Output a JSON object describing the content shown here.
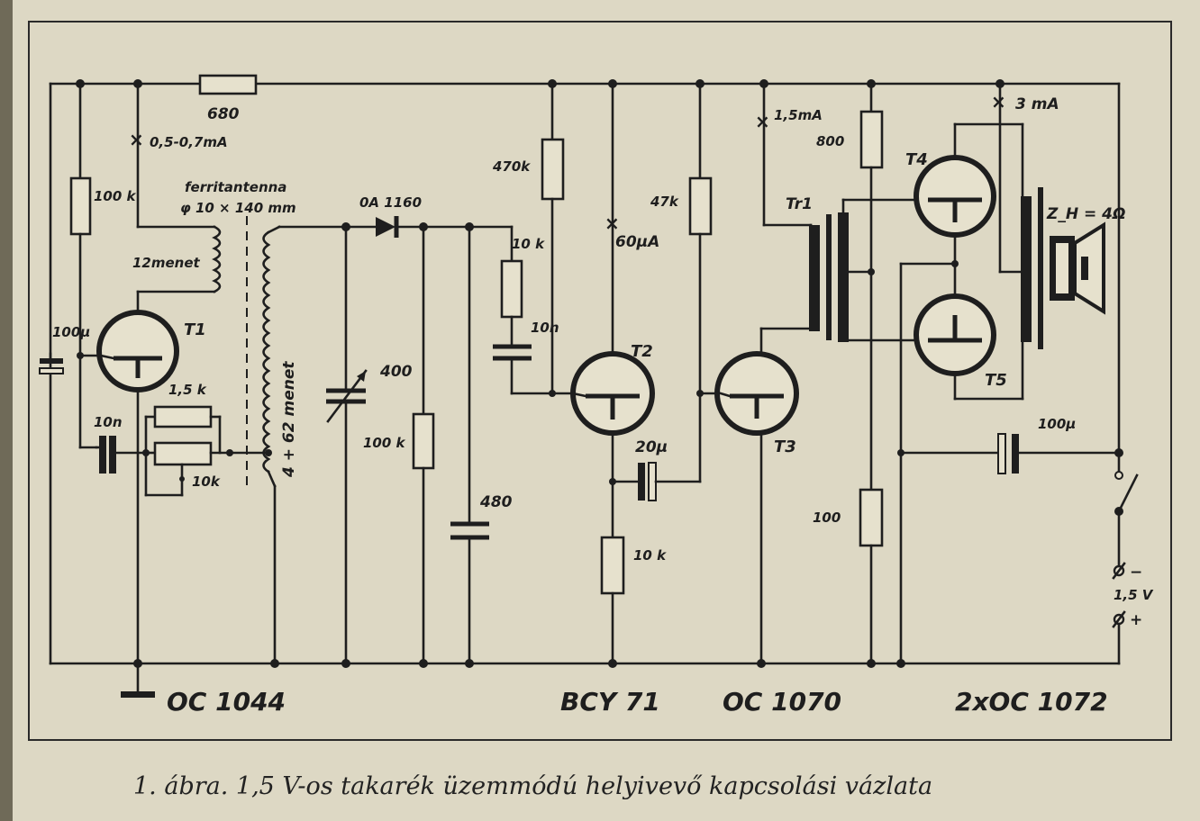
{
  "caption": "1. ábra. 1,5 V-os takarék üzemmódú helyivevő kapcsolási vázlata",
  "transistors": {
    "t1": {
      "label": "T1",
      "type": "OC 1044"
    },
    "t2": {
      "label": "T2",
      "type": "BCY 71"
    },
    "t3": {
      "label": "T3",
      "type": "OC 1070"
    },
    "t45": {
      "labels": [
        "T4",
        "T5"
      ],
      "type": "2xOC 1072"
    }
  },
  "resistors": {
    "r680": "680",
    "r100k_a": "100 k",
    "r1k5": "1,5 k",
    "r10k_pot": "10k",
    "r100k_b": "100 k",
    "r470k": "470k",
    "r10k_a": "10 k",
    "r10k_b": "10 k",
    "r47k": "47k",
    "r800": "800",
    "r100": "100"
  },
  "capacitors": {
    "c100u_a": "100µ",
    "c10n_a": "10n",
    "c400": "400",
    "c480": "480",
    "c10n_b": "10n",
    "c20u": "20µ",
    "c100u_b": "100µ"
  },
  "currents": {
    "i_t1": "0,5-0,7mA",
    "i_t2": "60µA",
    "i_t3": "1,5mA",
    "i_t45": "3 mA"
  },
  "antenna": {
    "name": "ferritantenna",
    "size": "φ 10 × 140 mm",
    "coil1": "12menet",
    "coil2": "4 + 62 menet"
  },
  "diode": "0A 1160",
  "transformer": "Tr1",
  "speaker": "Z_H = 4Ω",
  "battery": {
    "minus": "−",
    "voltage": "1,5 V",
    "plus": "+"
  }
}
